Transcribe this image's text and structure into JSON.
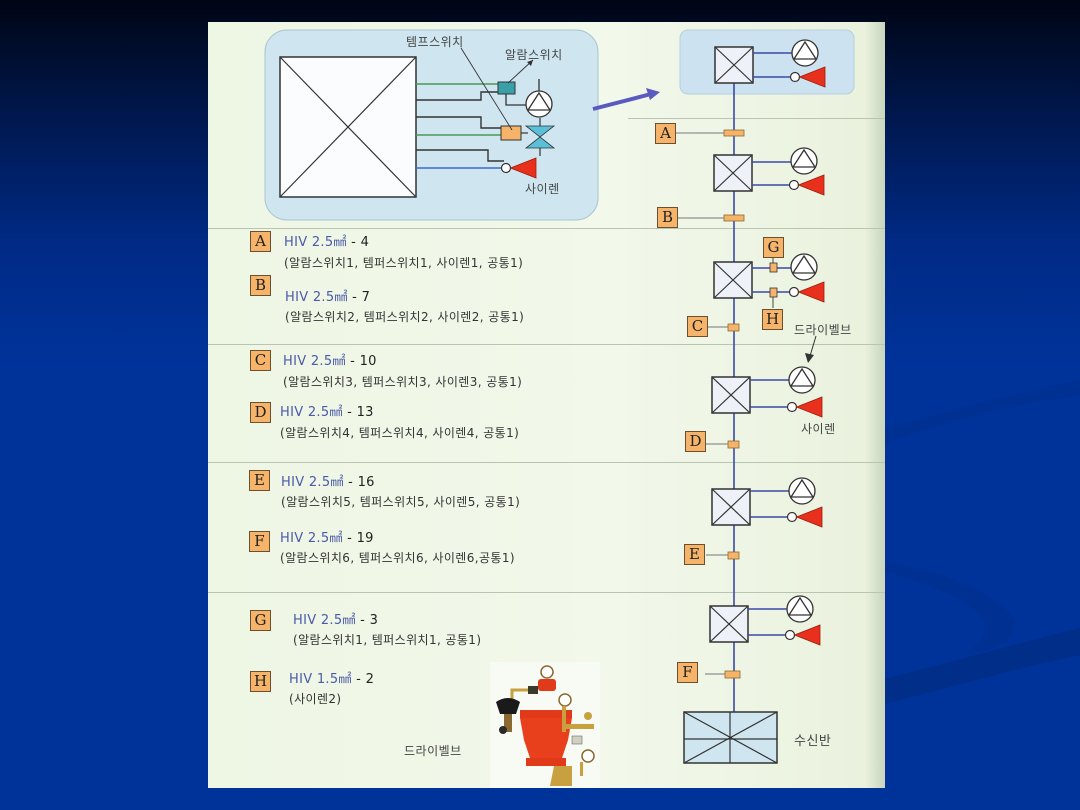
{
  "diagram": {
    "inset": {
      "labels": {
        "temper_switch": "템프스위치",
        "alarm_switch": "알람스위치",
        "siren": "사이렌"
      }
    },
    "legend": [
      {
        "key": "A",
        "spec": "HIV 2.5㎟",
        "count": "4",
        "detail": "(알람스위치1, 템퍼스위치1, 사이렌1, 공통1)"
      },
      {
        "key": "B",
        "spec": "HIV 2.5㎟",
        "count": "7",
        "detail": "(알람스위치2, 템퍼스위치2, 사이렌2, 공통1)"
      },
      {
        "key": "C",
        "spec": "HIV 2.5㎟",
        "count": "10",
        "detail": "(알람스위치3, 템퍼스위치3, 사이렌3, 공통1)"
      },
      {
        "key": "D",
        "spec": "HIV 2.5㎟",
        "count": "13",
        "detail": "(알람스위치4, 템퍼스위치4, 사이렌4, 공통1)"
      },
      {
        "key": "E",
        "spec": "HIV 2.5㎟",
        "count": "16",
        "detail": "(알람스위치5, 템퍼스위치5, 사이렌5, 공통1)"
      },
      {
        "key": "F",
        "spec": "HIV 2.5㎟",
        "count": "19",
        "detail": "(알람스위치6, 템퍼스위치6, 사이렌6,공통1)"
      },
      {
        "key": "G",
        "spec": "HIV 2.5㎟",
        "count": "3",
        "detail": "(알람스위치1, 템퍼스위치1, 공통1)"
      },
      {
        "key": "H",
        "spec": "HIV 1.5㎟",
        "count": "2",
        "detail": "(사이렌2)"
      }
    ],
    "riser": {
      "segment_labels": [
        "A",
        "B",
        "C",
        "D",
        "E",
        "F"
      ],
      "branch_labels": [
        "G",
        "H"
      ],
      "annotations": {
        "dry_valve": "드라이벨브",
        "siren": "사이렌",
        "receiver": "수신반"
      }
    },
    "photo_caption": "드라이벨브",
    "colors": {
      "badge_fill": "#f6b46a",
      "siren_red": "#e8301c",
      "wire_blue": "#3a4aa8",
      "inset_bg": "#cfe6f0",
      "spec_text": "#4a5aa8",
      "slide_bg": "#00339a"
    }
  }
}
